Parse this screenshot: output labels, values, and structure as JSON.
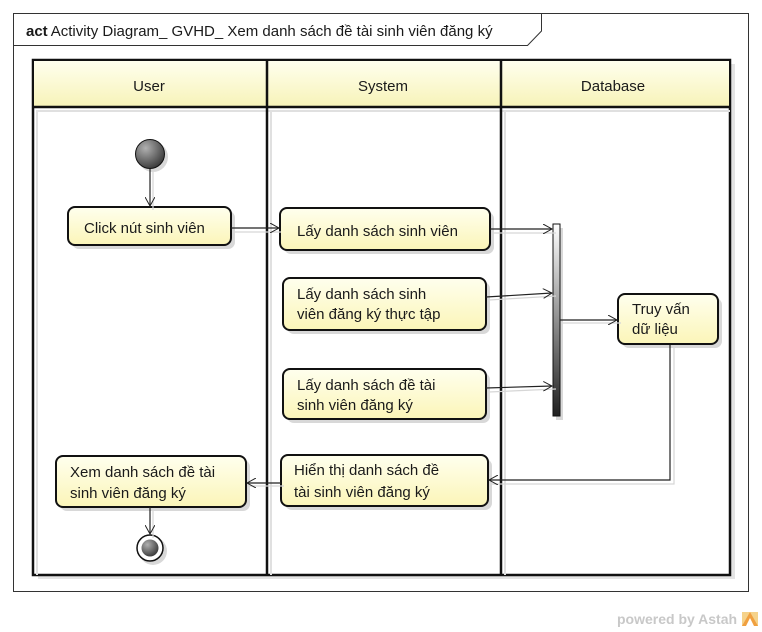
{
  "frame": {
    "keyword": "act",
    "title": "Activity Diagram_ GVHD_ Xem danh sách đề tài sinh viên đăng ký"
  },
  "lanes": [
    {
      "name": "User"
    },
    {
      "name": "System"
    },
    {
      "name": "Database"
    }
  ],
  "actions": {
    "click_student": [
      "Click nút sinh viên"
    ],
    "get_students": [
      "Lấy danh sách sinh viên"
    ],
    "get_internship": [
      "Lấy danh sách sinh",
      "viên đăng ký thực tập"
    ],
    "get_topics": [
      "Lấy danh sách đề tài",
      "sinh viên đăng ký"
    ],
    "query_data": [
      "Truy vấn",
      "dữ liệu"
    ],
    "show_topics": [
      "Hiển thị danh sách đề",
      "tài sinh viên đăng ký"
    ],
    "view_topics": [
      "Xem danh sách đề tài",
      "sinh viên đăng ký"
    ]
  },
  "watermark": {
    "prefix": "powered by Astah"
  },
  "colors": {
    "action_fill": "#ffffcc",
    "header_fill": "#ffffcc",
    "stroke": "#222222"
  }
}
